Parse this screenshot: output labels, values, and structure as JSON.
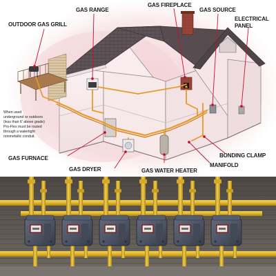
{
  "diagram": {
    "labels": {
      "outdoor_grill": "OUTDOOR GAS GRILL",
      "gas_range": "GAS RANGE",
      "gas_fireplace": "GAS FIREPLACE",
      "gas_source": "GAS SOURCE",
      "electrical_panel_1": "ELECTRICAL",
      "electrical_panel_2": "PANEL",
      "gas_furnace": "GAS FURNACE",
      "gas_dryer": "GAS DRYER",
      "gas_water_heater": "GAS WATER HEATER",
      "manifold": "MANIFOLD",
      "bonding_clamp": "BONDING CLAMP"
    },
    "note_lines": [
      "When used",
      "underground or outdoors",
      "(less than 6' above grade)",
      "Pro-Flex must be routed",
      "through a watertight",
      "nonmetallic conduit."
    ],
    "colors": {
      "callout_red": "#c8102e",
      "pipe_orange": "#e89a2c",
      "roof": "#5e5458",
      "brick": "#a0493a",
      "glow_pink": "#f2c4c8"
    }
  },
  "photo": {
    "meter_count": 6,
    "colors": {
      "pipe_yellow": "#e6bb2c",
      "meter_body": "#4b5160",
      "wall": "#5a5550",
      "ground": "#7a756e"
    }
  }
}
